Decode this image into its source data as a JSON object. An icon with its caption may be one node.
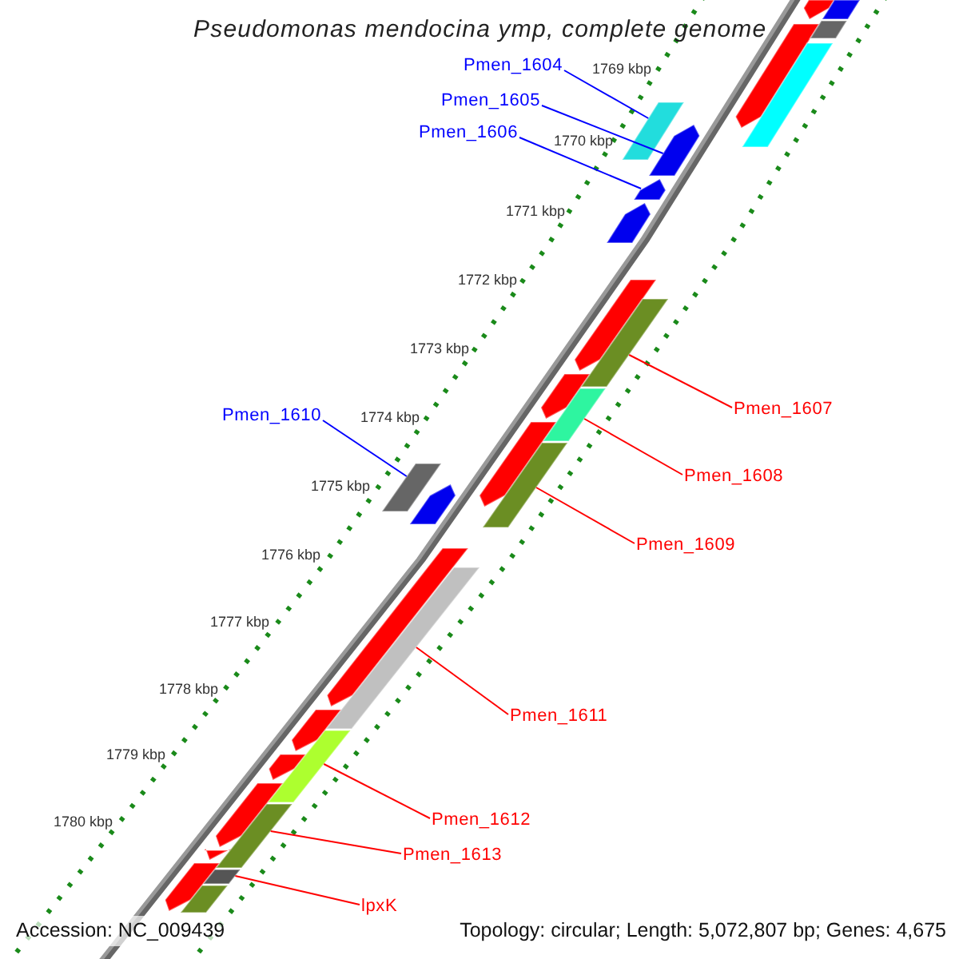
{
  "diagram": {
    "title": "Pseudomonas mendocina ymp, complete genome",
    "nodes": [
      {
        "text": [
          "Pmen_1604"
        ]
      },
      {
        "text": [
          "Pmen_1605"
        ]
      },
      {
        "text": [
          "Pmen_1606"
        ]
      },
      {
        "text": [
          "Pmen_1610"
        ]
      },
      {
        "text": [
          "Pmen_1607"
        ]
      },
      {
        "text": [
          "Pmen_1608"
        ]
      },
      {
        "text": [
          "Pmen_1609"
        ]
      },
      {
        "text": [
          "Pmen_1611"
        ]
      },
      {
        "text": [
          "Pmen_1612"
        ]
      },
      {
        "text": [
          "Pmen_1613"
        ]
      },
      {
        "text": [
          "lpxK"
        ]
      },
      {
        "text": [],
        "shape": "bar"
      },
      {
        "text": [],
        "shape": "arrow"
      },
      {
        "text": [],
        "shape": "arrow"
      },
      {
        "text": [],
        "shape": "bar"
      },
      {
        "text": [],
        "shape": "bar"
      },
      {
        "text": [],
        "shape": "bar"
      },
      {
        "text": [],
        "shape": "bar"
      },
      {
        "text": [],
        "shape": "bar"
      },
      {
        "text": [],
        "shape": "bar"
      },
      {
        "text": [],
        "shape": "bar"
      },
      {
        "text": [],
        "shape": "bar"
      },
      {
        "text": [],
        "shape": "arrow"
      },
      {
        "text": [],
        "shape": "bar"
      },
      {
        "text": [],
        "shape": "bar"
      },
      {
        "text": [],
        "shape": "arrow"
      },
      {
        "text": [],
        "shape": "bar"
      },
      {
        "text": [],
        "shape": "arrow"
      },
      {
        "text": [],
        "shape": "arrow"
      },
      {
        "text": [],
        "shape": "arrow"
      },
      {
        "text": [],
        "shape": "arrow"
      },
      {
        "text": [],
        "shape": "arrow"
      },
      {
        "text": [],
        "shape": "arrow"
      },
      {
        "text": [],
        "shape": "arrow"
      },
      {
        "text": [],
        "shape": "arrow"
      },
      {
        "text": [],
        "shape": "arrow"
      },
      {
        "text": [],
        "shape": "arrow"
      },
      {
        "text": [],
        "shape": "arrow"
      },
      {
        "text": [],
        "shape": "bar"
      }
    ],
    "edges": [
      {
        "from": 0,
        "to": 11,
        "arrow": "none",
        "color": "#0000ff"
      },
      {
        "from": 1,
        "to": 12,
        "arrow": "none",
        "color": "#0000ff"
      },
      {
        "from": 2,
        "to": 13,
        "arrow": "none",
        "color": "#0000ff"
      },
      {
        "from": 3,
        "to": 17,
        "arrow": "none",
        "color": "#0000ff"
      },
      {
        "from": 4,
        "to": 14,
        "arrow": "none"
      },
      {
        "from": 5,
        "to": 15,
        "arrow": "none"
      },
      {
        "from": 6,
        "to": 16,
        "arrow": "none"
      },
      {
        "from": 7,
        "to": 18,
        "arrow": "none"
      },
      {
        "from": 8,
        "to": 19,
        "arrow": "none"
      },
      {
        "from": 9,
        "to": 20,
        "arrow": "none"
      },
      {
        "from": 10,
        "to": 21,
        "arrow": "none"
      }
    ],
    "labels": [
      "1769 kbp",
      "1770 kbp",
      "1771 kbp",
      "1772 kbp",
      "1773 kbp",
      "1774 kbp",
      "1775 kbp",
      "1776 kbp",
      "1777 kbp",
      "1778 kbp",
      "1779 kbp",
      "1780 kbp",
      "Accession: NC_009439",
      "Topology: circular; Length: 5,072,807 bp; Genes: 4,675"
    ]
  }
}
